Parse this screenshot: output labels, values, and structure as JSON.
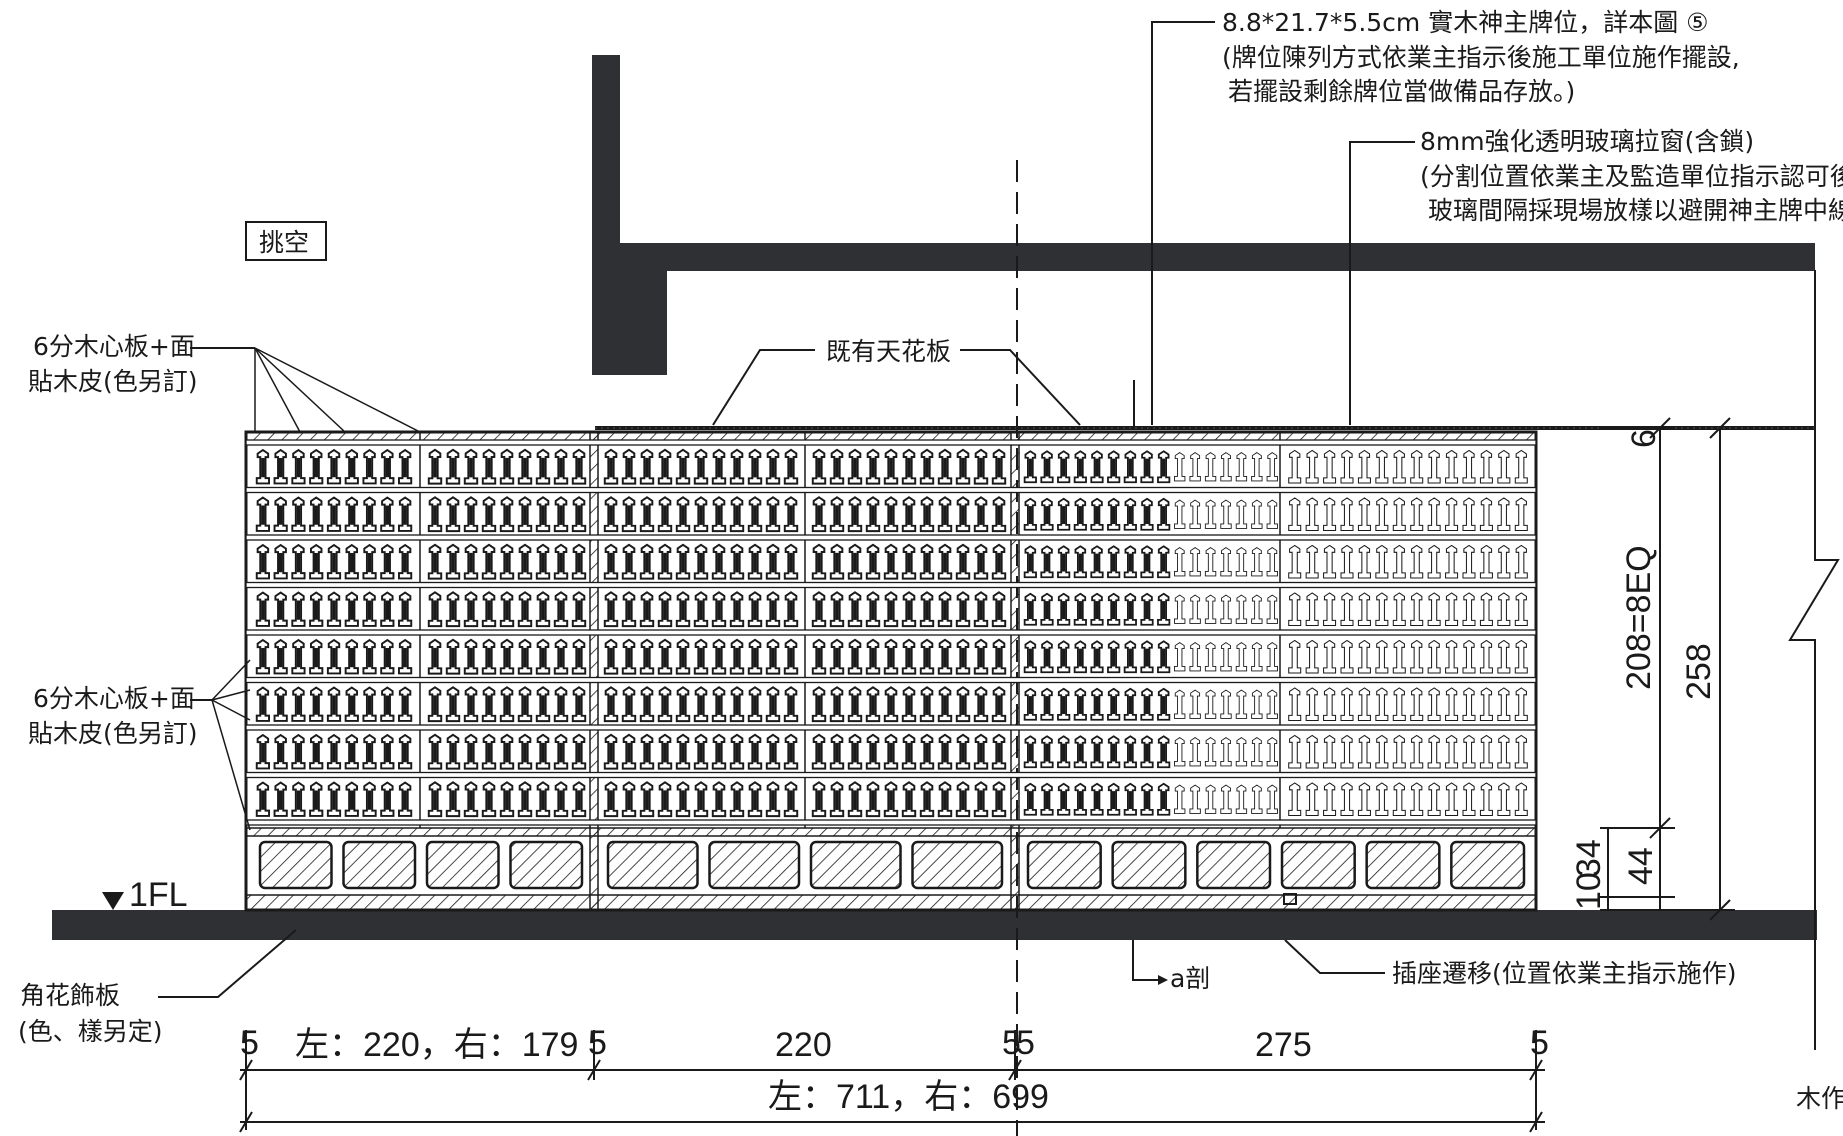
{
  "notes": {
    "tablet_spec": "8.8*21.7*5.5cm 實木神主牌位，詳本圖 ⑤",
    "tablet_line2": "(牌位陳列方式依業主指示後施工單位施作擺設,",
    "tablet_line3": "若擺設剩餘牌位當做備品存放。)",
    "glass_spec": "8mm強化透明玻璃拉窗(含鎖)",
    "glass_line2": "(分割位置依業主及監造單位指示認可後方",
    "glass_line3": "玻璃間隔採現場放樣以避開神主牌中線為",
    "void_label": "挑空",
    "board_top_1": "6分木心板+面",
    "board_top_2": "貼木皮(色另訂)",
    "board_mid_1": "6分木心板+面",
    "board_mid_2": "貼木皮(色另訂)",
    "ceiling_label": "既有天花板",
    "floor_label": "1FL",
    "corner_1": "角花飾板",
    "corner_2": "(色、樣另定)",
    "section_ref": "a剖",
    "socket_note": "插座遷移(位置依業主指示施作)",
    "woodwork": "木作"
  },
  "dimensions": {
    "d1": "左：220，右：179",
    "d2": "220",
    "d3": "275",
    "total": "左：711，右：699",
    "h_main": "258",
    "h_div": "208=8EQ",
    "h_base": "44",
    "h_34": "34",
    "h_10": "10",
    "h_6": "6",
    "end_5a": "5",
    "end_5b": "5",
    "end_5c": "5",
    "end_5d": "5",
    "end_5e": "5"
  },
  "colors": {
    "wall": "#2f3033",
    "line": "#1a1a1a",
    "paper": "#ffffff"
  }
}
